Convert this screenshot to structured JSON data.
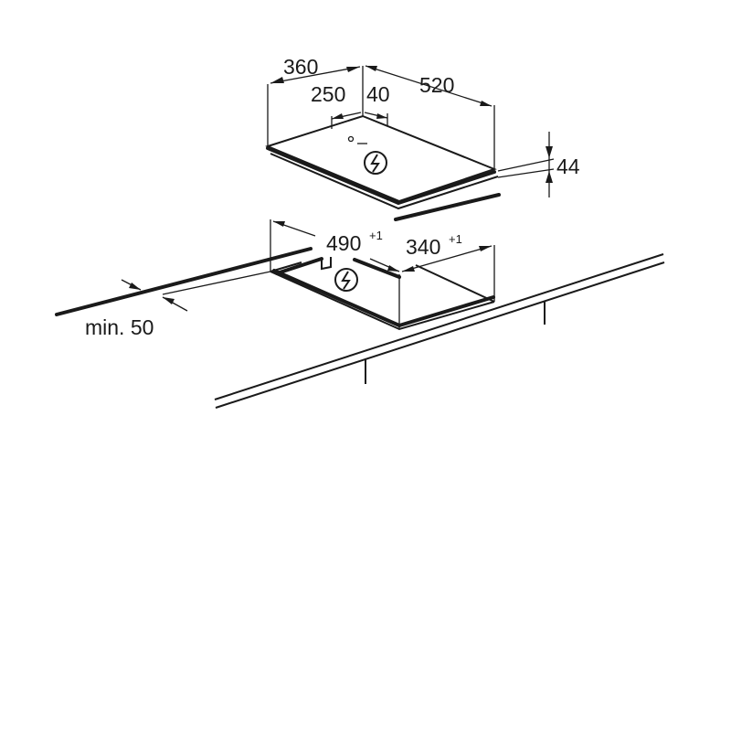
{
  "diagram": {
    "dimensions": {
      "hob_depth": "360",
      "hob_width": "520",
      "offset_left": "250",
      "offset_right": "40",
      "hob_height": "44",
      "cutout_width": "490",
      "cutout_width_tolerance": "+1",
      "cutout_depth": "340",
      "cutout_depth_tolerance": "+1",
      "min_distance": "min. 50"
    },
    "icons": {
      "hob_symbol": "electric-bolt-icon",
      "cutout_symbol": "electric-bolt-icon"
    },
    "colors": {
      "line": "#1a1a1a",
      "background": "#ffffff"
    }
  }
}
